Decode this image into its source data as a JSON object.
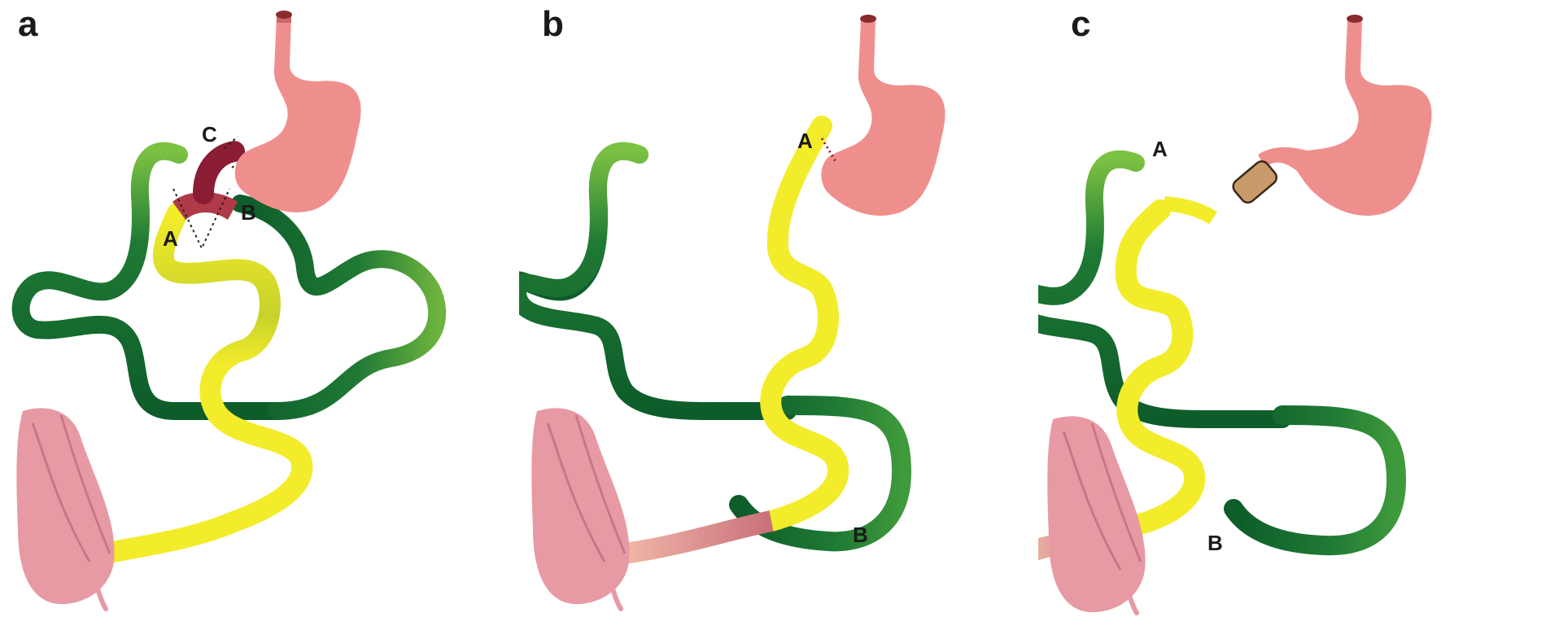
{
  "figure": {
    "panels": [
      {
        "label": "a",
        "points": {
          "a": "A",
          "b": "B",
          "c": "C"
        }
      },
      {
        "label": "b",
        "points": {
          "a": "A",
          "b": "B"
        }
      },
      {
        "label": "c",
        "points": {
          "a": "A",
          "b": "B"
        }
      }
    ]
  },
  "colors": {
    "green_dark": "#0d5c2a",
    "green_mid": "#1f7a34",
    "green_light": "#7cc242",
    "yellow": "#f3ec2a",
    "stomach": "#ef8f8d",
    "colon": "#e79aa4",
    "pouch": "#8a1c34",
    "pouch_base": "#b03a48",
    "band": "#c99a6a",
    "colon_link": "#e4a298"
  }
}
